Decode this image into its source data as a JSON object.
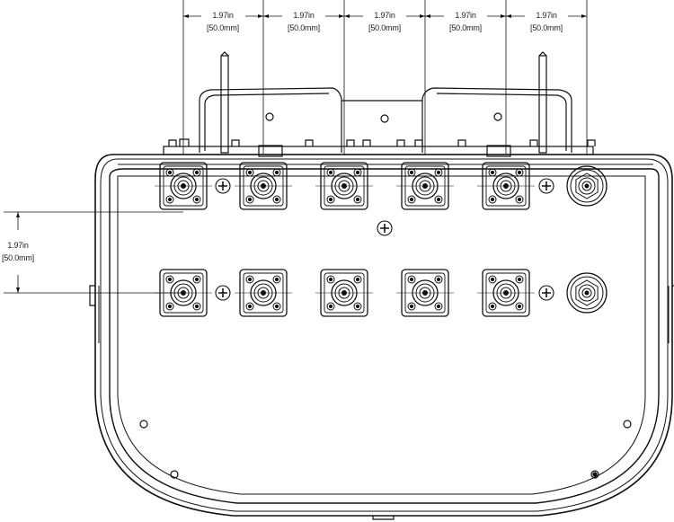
{
  "dimensions": {
    "horizontal": [
      {
        "imperial": "1.97in",
        "metric": "[50.0mm]"
      },
      {
        "imperial": "1.97in",
        "metric": "[50.0mm]"
      },
      {
        "imperial": "1.97in",
        "metric": "[50.0mm]"
      },
      {
        "imperial": "1.97in",
        "metric": "[50.0mm]"
      },
      {
        "imperial": "1.97in",
        "metric": "[50.0mm]"
      }
    ],
    "vertical": {
      "imperial": "1.97in",
      "metric": "[50.0mm]"
    }
  },
  "connectors": {
    "rows": 2,
    "square_flange_per_row": 5,
    "round_per_row": 1,
    "total": 12
  },
  "colors": {
    "line": "#111111",
    "background": "#ffffff"
  }
}
